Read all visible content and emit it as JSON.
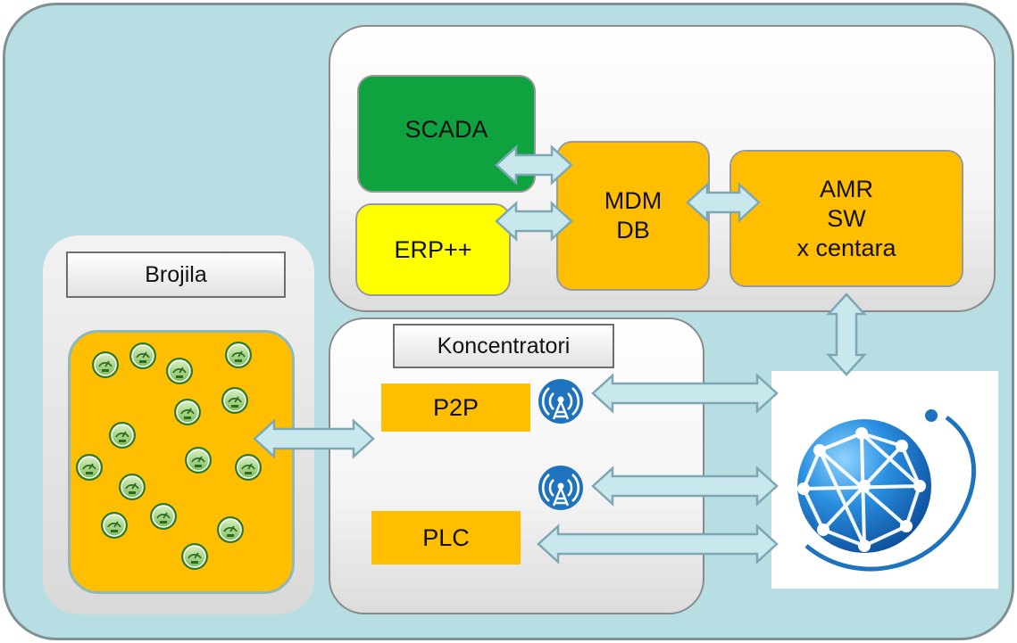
{
  "nodes": {
    "scada": "SCADA",
    "erp": "ERP++",
    "mdm": [
      "MDM",
      "DB"
    ],
    "amr": [
      "AMR",
      "SW",
      "x centara"
    ],
    "brojila": "Brojila",
    "koncentratori": "Koncentratori",
    "p2p": "P2P",
    "plc": "PLC"
  },
  "icons": {
    "meter": "meter-icon",
    "antenna": "antenna-icon",
    "globe": "globe-network-icon"
  },
  "colors": {
    "background": "#b7dfe3",
    "scada": "#0fa33f",
    "erp": "#ffff00",
    "orange": "#ffbf00",
    "arrow_fill": "#c9e8ee",
    "arrow_stroke": "#7da8b3",
    "antenna": "#1e73be"
  },
  "meter_count": 16
}
